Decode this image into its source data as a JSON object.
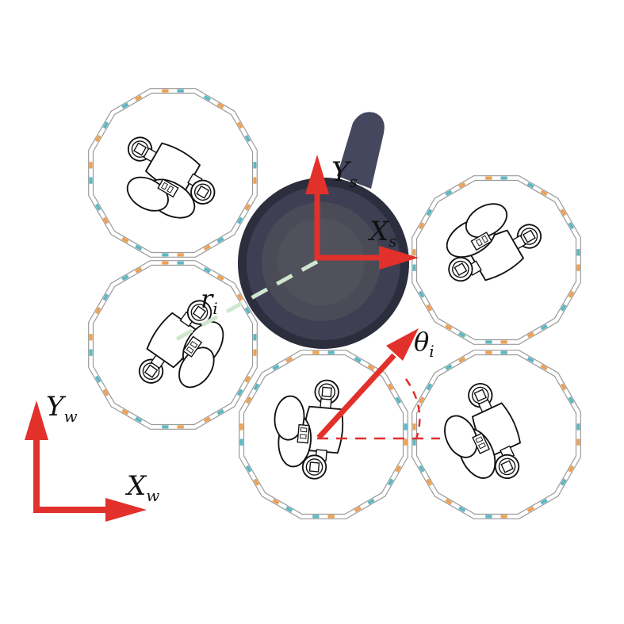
{
  "labels": {
    "y_s": {
      "main": "Y",
      "sub": "s"
    },
    "x_s": {
      "main": "X",
      "sub": "s"
    },
    "y_w": {
      "main": "Y",
      "sub": "w"
    },
    "x_w": {
      "main": "X",
      "sub": "w"
    },
    "r_i": {
      "main": "r",
      "sub": "i"
    },
    "theta_i": {
      "main": "θ",
      "sub": "i"
    }
  },
  "colors": {
    "axis_red": "#e2302b",
    "dashed_green": "#cfe6cf",
    "mug_dark": "#3e3f52",
    "mug_rim": "#2d2e3d",
    "mug_inner": "#4b4b57",
    "handle": "#45475e",
    "magnet_orange": "#f0a050",
    "magnet_teal": "#5bb8c4",
    "ring_line": "#9a9a9a",
    "robot_line": "#111111"
  },
  "robots": [
    {
      "id": "robot-1",
      "icon": "legged-robot-icon"
    },
    {
      "id": "robot-2",
      "icon": "legged-robot-icon"
    },
    {
      "id": "robot-3",
      "icon": "legged-robot-icon"
    },
    {
      "id": "robot-4",
      "icon": "legged-robot-icon"
    },
    {
      "id": "robot-5",
      "icon": "legged-robot-icon"
    }
  ]
}
